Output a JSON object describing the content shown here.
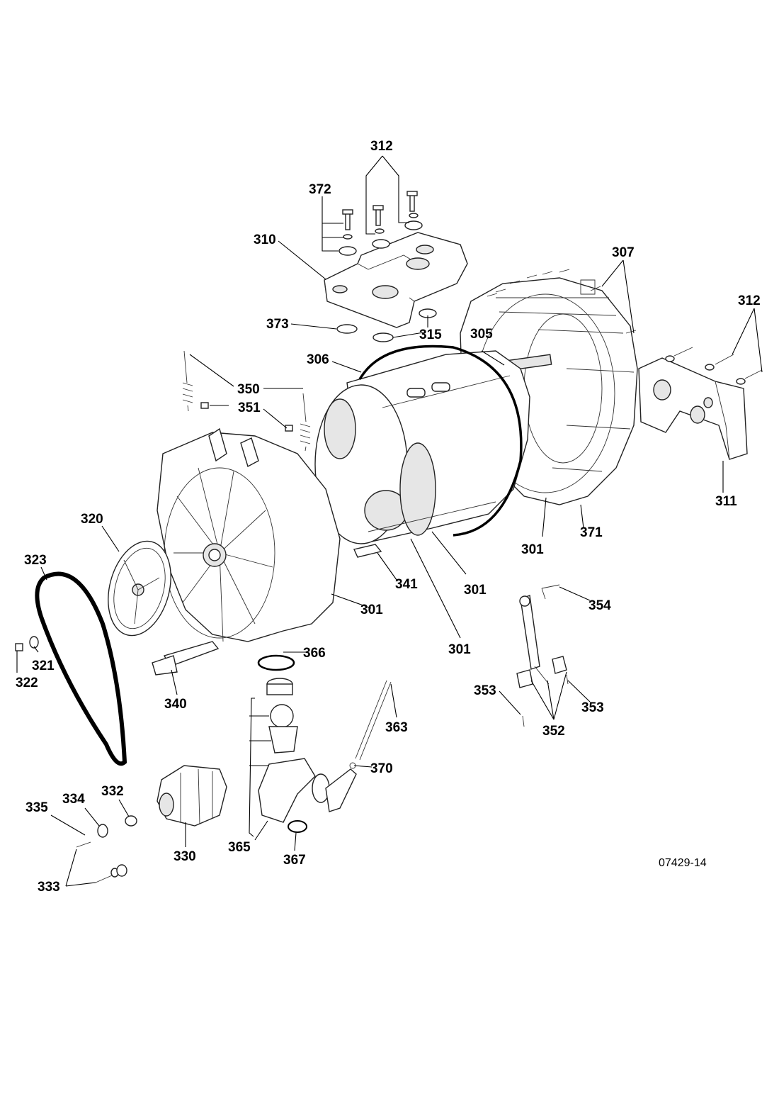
{
  "diagram_code": "07429-14",
  "callouts": {
    "c301a": "301",
    "c301b": "301",
    "c301c": "301",
    "c301d": "301",
    "c305": "305",
    "c306": "306",
    "c307": "307",
    "c310": "310",
    "c311": "311",
    "c312a": "312",
    "c312b": "312",
    "c315": "315",
    "c320": "320",
    "c321": "321",
    "c322": "322",
    "c323": "323",
    "c330": "330",
    "c332": "332",
    "c333": "333",
    "c334": "334",
    "c335": "335",
    "c340": "340",
    "c341": "341",
    "c350": "350",
    "c351": "351",
    "c352": "352",
    "c353a": "353",
    "c353b": "353",
    "c354": "354",
    "c363": "363",
    "c365": "365",
    "c366": "366",
    "c367": "367",
    "c370": "370",
    "c371": "371",
    "c372": "372",
    "c373": "373"
  }
}
